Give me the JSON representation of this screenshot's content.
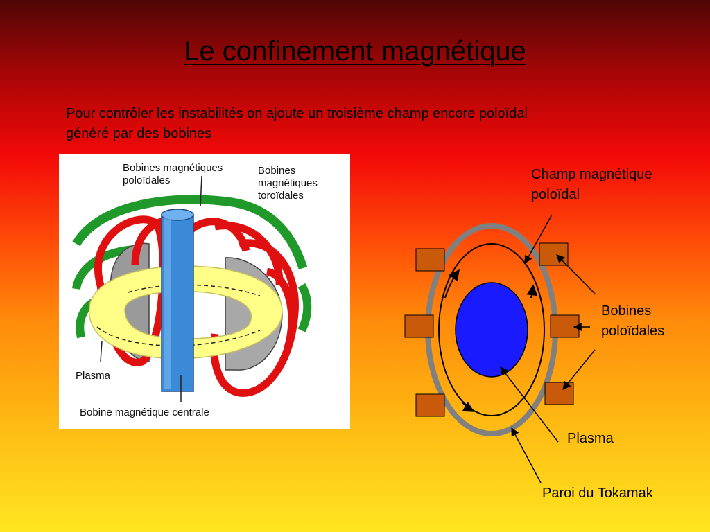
{
  "title": "Le confinement magnétique",
  "intro": {
    "line1": "Pour contrôler les instabilités on ajoute un troisième champ encore poloïdal",
    "line2": "généré par des bobines"
  },
  "image_labels": {
    "poloidal_coils": [
      "Bobines magnétiques",
      "poloïdales"
    ],
    "toroidal_coils": [
      "Bobines",
      "magnétiques",
      "toroïdales"
    ],
    "plasma": "Plasma",
    "central_coil": "Bobine magnétique centrale"
  },
  "diagram_labels": {
    "field": [
      "Champ magnétique",
      "poloïdal"
    ],
    "coils": [
      "Bobines",
      "poloïdales"
    ],
    "plasma": "Plasma",
    "wall": "Paroi du Tokamak"
  },
  "colors": {
    "plasma_core": "#1a1aff",
    "coil_box": "#c85a0a",
    "wall": "#808080",
    "poloidal_coil_green": "#1f9a2a",
    "toroidal_coil_red": "#e01010",
    "plasma_band": "#ffff88",
    "central_column": "#3a8ad8"
  }
}
